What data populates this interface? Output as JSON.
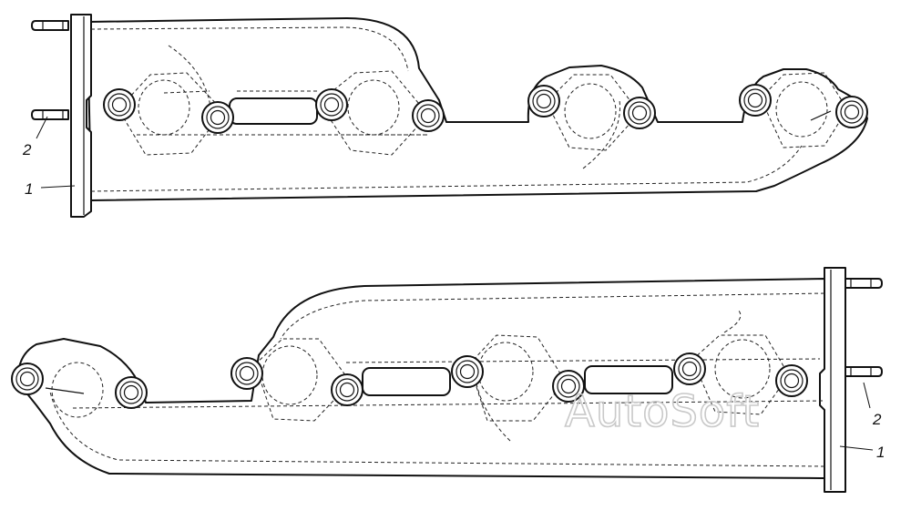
{
  "callouts": {
    "top_manifold_label": "1",
    "top_stud_label": "2",
    "bottom_manifold_label": "1",
    "bottom_stud_label": "2"
  },
  "watermark": {
    "text": "AutoSoft",
    "color": "#c9c9c9"
  },
  "colors": {
    "line": "#111111",
    "background": "#ffffff"
  }
}
